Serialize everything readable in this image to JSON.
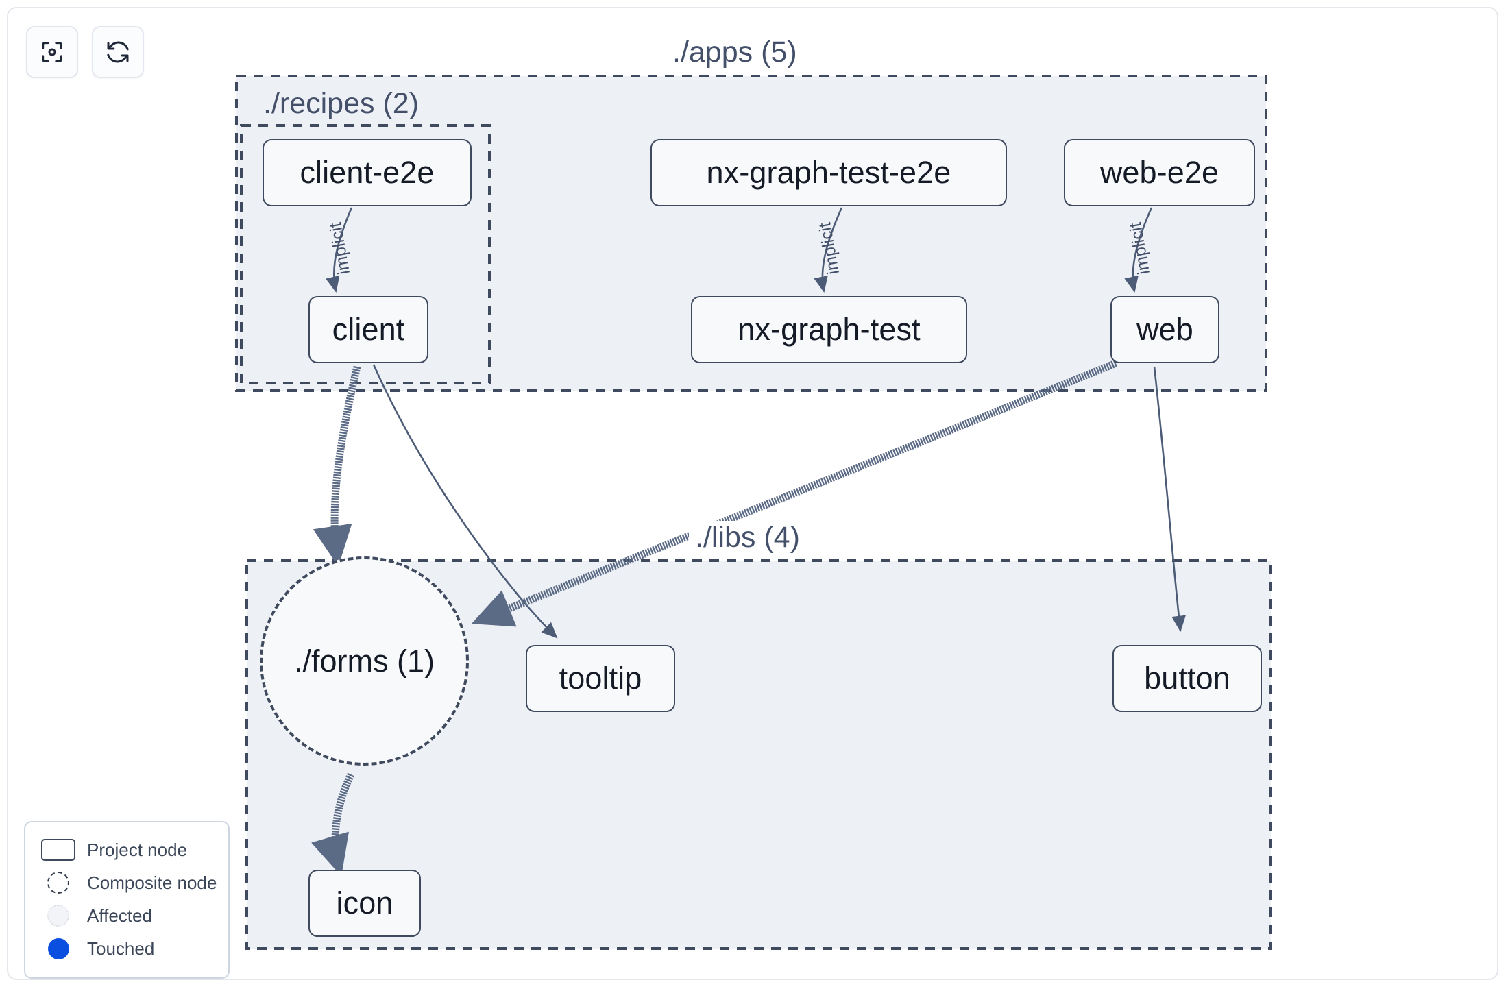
{
  "toolbar": {
    "buttons": [
      {
        "name": "focus-graph-button",
        "icon": "viewfinder-icon",
        "label": ""
      },
      {
        "name": "refresh-graph-button",
        "icon": "refresh-icon",
        "label": ""
      }
    ]
  },
  "graph": {
    "groups": [
      {
        "id": "apps",
        "label": "./apps (5)",
        "count": 5
      },
      {
        "id": "recipes",
        "label": "./recipes (2)",
        "count": 2
      },
      {
        "id": "libs",
        "label": "./libs (4)",
        "count": 4
      }
    ],
    "nodes": [
      {
        "id": "client-e2e",
        "label": "client-e2e",
        "type": "project",
        "group": "recipes"
      },
      {
        "id": "client",
        "label": "client",
        "type": "project",
        "group": "recipes"
      },
      {
        "id": "nx-graph-test-e2e",
        "label": "nx-graph-test-e2e",
        "type": "project",
        "group": "apps"
      },
      {
        "id": "nx-graph-test",
        "label": "nx-graph-test",
        "type": "project",
        "group": "apps"
      },
      {
        "id": "web-e2e",
        "label": "web-e2e",
        "type": "project",
        "group": "apps"
      },
      {
        "id": "web",
        "label": "web",
        "type": "project",
        "group": "apps"
      },
      {
        "id": "forms",
        "label": "./forms (1)",
        "type": "composite",
        "group": "libs"
      },
      {
        "id": "tooltip",
        "label": "tooltip",
        "type": "project",
        "group": "libs"
      },
      {
        "id": "button",
        "label": "button",
        "type": "project",
        "group": "libs"
      },
      {
        "id": "icon",
        "label": "icon",
        "type": "project",
        "group": "libs"
      }
    ],
    "edges": [
      {
        "from": "client-e2e",
        "to": "client",
        "label": "implicit",
        "style": "thin-solid"
      },
      {
        "from": "nx-graph-test-e2e",
        "to": "nx-graph-test",
        "label": "implicit",
        "style": "thin-solid"
      },
      {
        "from": "web-e2e",
        "to": "web",
        "label": "implicit",
        "style": "thin-solid"
      },
      {
        "from": "client",
        "to": "forms",
        "label": "",
        "style": "thick-dashed"
      },
      {
        "from": "client",
        "to": "tooltip",
        "label": "",
        "style": "thin-solid"
      },
      {
        "from": "web",
        "to": "forms",
        "label": "",
        "style": "thick-dashed"
      },
      {
        "from": "web",
        "to": "button",
        "label": "",
        "style": "thin-solid"
      },
      {
        "from": "forms",
        "to": "icon",
        "label": "",
        "style": "thick-dashed"
      }
    ]
  },
  "legend": {
    "items": [
      {
        "swatch": "project-node-swatch",
        "label": "Project node"
      },
      {
        "swatch": "composite-node-swatch",
        "label": "Composite node"
      },
      {
        "swatch": "affected-swatch",
        "label": "Affected"
      },
      {
        "swatch": "touched-swatch",
        "label": "Touched"
      }
    ]
  },
  "colors": {
    "node_border": "#3f4a5f",
    "node_fill": "#f7f9fb",
    "group_fill": "#edf0f5",
    "group_border": "#3f4a5f",
    "edge": "#5b6a85",
    "touched": "#0b4fe0",
    "text": "#151b26",
    "label_text": "#44506a",
    "panel_border": "#e4e7ec"
  }
}
